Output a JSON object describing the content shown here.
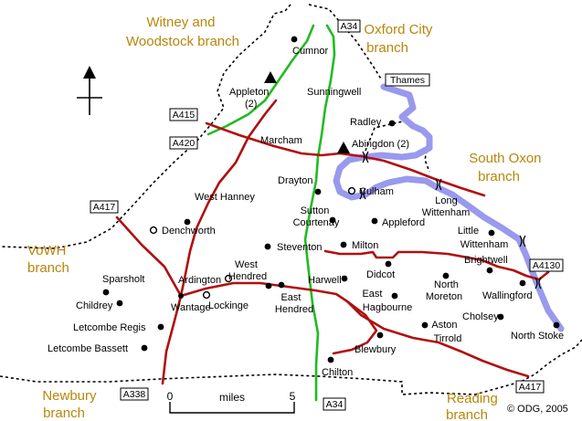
{
  "map": {
    "branches": {
      "witney": [
        "Witney and",
        "Woodstock branch"
      ],
      "oxford_city": [
        "Oxford City",
        "branch"
      ],
      "south_oxon": [
        "South Oxon",
        "branch"
      ],
      "vowh": [
        "VoWH",
        "branch"
      ],
      "newbury": [
        "Newbury",
        "branch"
      ],
      "reading": [
        "Reading",
        "branch"
      ]
    },
    "places": {
      "cumnor": "Cumnor",
      "appleton": "Appleton",
      "appleton_count": "(2)",
      "sunningwell": "Sunningwell",
      "radley": "Radley",
      "marcham": "Marcham",
      "abingdon": "Abingdon (2)",
      "drayton": "Drayton",
      "culham": "Culham",
      "long_wittenham": [
        "Long",
        "Wittenham"
      ],
      "west_hanney": "West Hanney",
      "sutton_courtenay": [
        "Sutton",
        "Courtenay"
      ],
      "appleford": "Appleford",
      "denchworth": "Denchworth",
      "little_wittenham": [
        "Little",
        "Wittenham"
      ],
      "steventon": "Steventon",
      "milton": "Milton",
      "sparsholt": "Sparsholt",
      "ardington": "Ardington",
      "west_hendred": [
        "West",
        "Hendred"
      ],
      "didcot": "Didcot",
      "brightwell": "Brightwell",
      "childrey": "Childrey",
      "wantage": "Wantage",
      "lockinge": "Lockinge",
      "east_hendred": [
        "East",
        "Hendred"
      ],
      "harwell": "Harwell",
      "north_moreton": [
        "North",
        "Moreton"
      ],
      "wallingford": "Wallingford",
      "east_hagbourne": [
        "East",
        "Hagbourne"
      ],
      "letcombe_regis": "Letcombe Regis",
      "cholsey": "Cholsey",
      "aston_tirrold": [
        "Aston",
        "Tirrold"
      ],
      "letcombe_bassett": "Letcombe Bassett",
      "north_stoke": "North Stoke",
      "blewbury": "Blewbury",
      "chilton": "Chilton"
    },
    "roads": {
      "a34_top": "A34",
      "a34_bottom": "A34",
      "a415": "A415",
      "a420": "A420",
      "a417_left": "A417",
      "a417_right": "A417",
      "a4130": "A4130",
      "a338": "A338"
    },
    "river": "Thames",
    "scale": {
      "start": "0",
      "label": "miles",
      "end": "5"
    },
    "copyright": "© ODG, 2005",
    "colors": {
      "road": "#b01010",
      "a34": "#22bb22",
      "river": "#9999ee",
      "branch_text": "#b8860b",
      "boundary": "#000000"
    },
    "icons": {
      "north_arrow": "north-arrow-icon",
      "peak": "triangle-marker-icon"
    }
  }
}
